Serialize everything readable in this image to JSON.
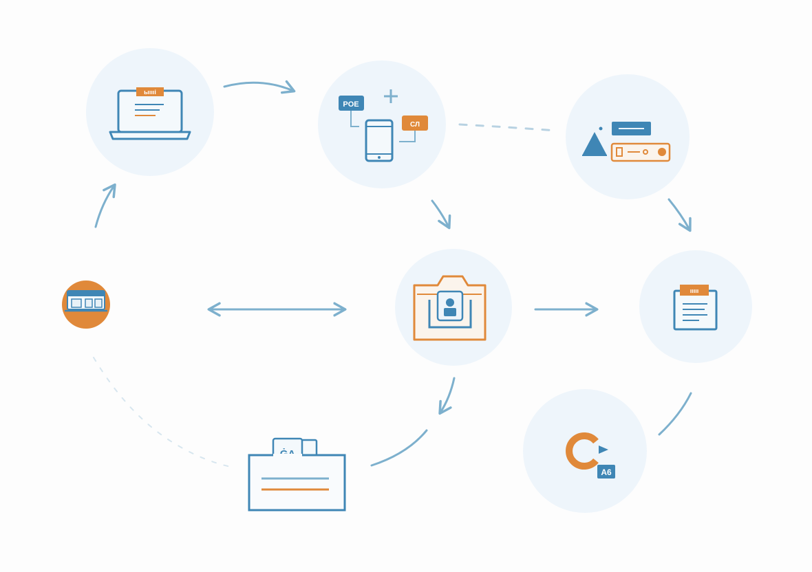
{
  "diagram": {
    "colors": {
      "blue": "#3f86b5",
      "orange": "#e0893a",
      "arrow": "#7db0cd",
      "dashed": "#b8d2e2",
      "circle_fill": "#eef5fb",
      "background": "#fdfdfd"
    },
    "nodes": {
      "laptop": {
        "icon": "laptop-icon",
        "screen_tag": "ыıııi"
      },
      "mobile": {
        "icon": "smartphone-icon",
        "tag_blue": "PОЕ",
        "tag_orange": "СЛ"
      },
      "server": {
        "icon": "server-rack-icon"
      },
      "camera": {
        "icon": "camera-icon"
      },
      "document": {
        "icon": "document-icon",
        "header_tag": "ııııı"
      },
      "card": {
        "icon": "card-icon",
        "tab_label": "ĠA"
      },
      "refresh": {
        "icon": "refresh-icon",
        "badge": "A6"
      },
      "store": {
        "icon": "storefront-icon"
      }
    }
  }
}
